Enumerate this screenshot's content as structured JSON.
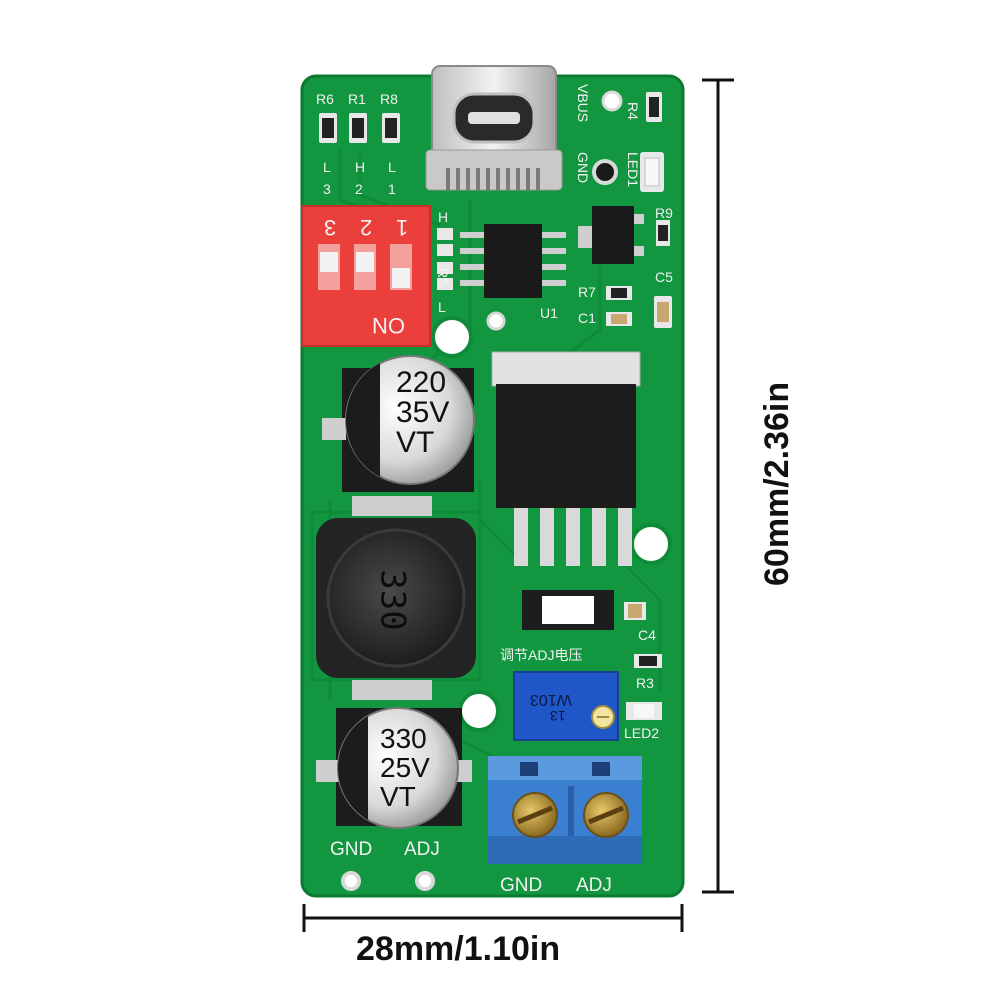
{
  "dimensions": {
    "width_label": "28mm/1.10in",
    "height_label": "60mm/2.36in"
  },
  "silkscreen": {
    "r6": "R6",
    "r1": "R1",
    "r8": "R8",
    "col_l3_a": "L",
    "col_l3_b": "3",
    "col_h2_a": "H",
    "col_h2_b": "2",
    "col_l1_a": "L",
    "col_l1_b": "1",
    "vbus": "VBUS",
    "gnd_usb": "GND",
    "r4": "R4",
    "led1": "LED1",
    "h_mark": "H",
    "r5": "R5",
    "l_mark": "L",
    "u1": "U1",
    "r9": "R9",
    "c5": "C5",
    "r7": "R7",
    "c1": "C1",
    "c4": "C4",
    "r3": "R3",
    "led2": "LED2",
    "adj_cn": "调节ADJ电压",
    "gnd_left": "GND",
    "adj_left": "ADJ",
    "gnd_term": "GND",
    "adj_term": "ADJ"
  },
  "dip_switch": {
    "numbers": [
      "3",
      "2",
      "1"
    ],
    "on_label": "ON"
  },
  "capacitor_top": {
    "line1": "220",
    "line2": "35V",
    "line3": "VT"
  },
  "capacitor_bottom": {
    "line1": "330",
    "line2": "25V",
    "line3": "VT"
  },
  "inductor": {
    "marking": "330"
  },
  "potentiometer": {
    "marking": "W103",
    "sub": "13"
  },
  "colors": {
    "pcb": "#12963f",
    "dip": "#ea3f3a",
    "terminal": "#3b7fd0",
    "pot": "#2057c8"
  }
}
